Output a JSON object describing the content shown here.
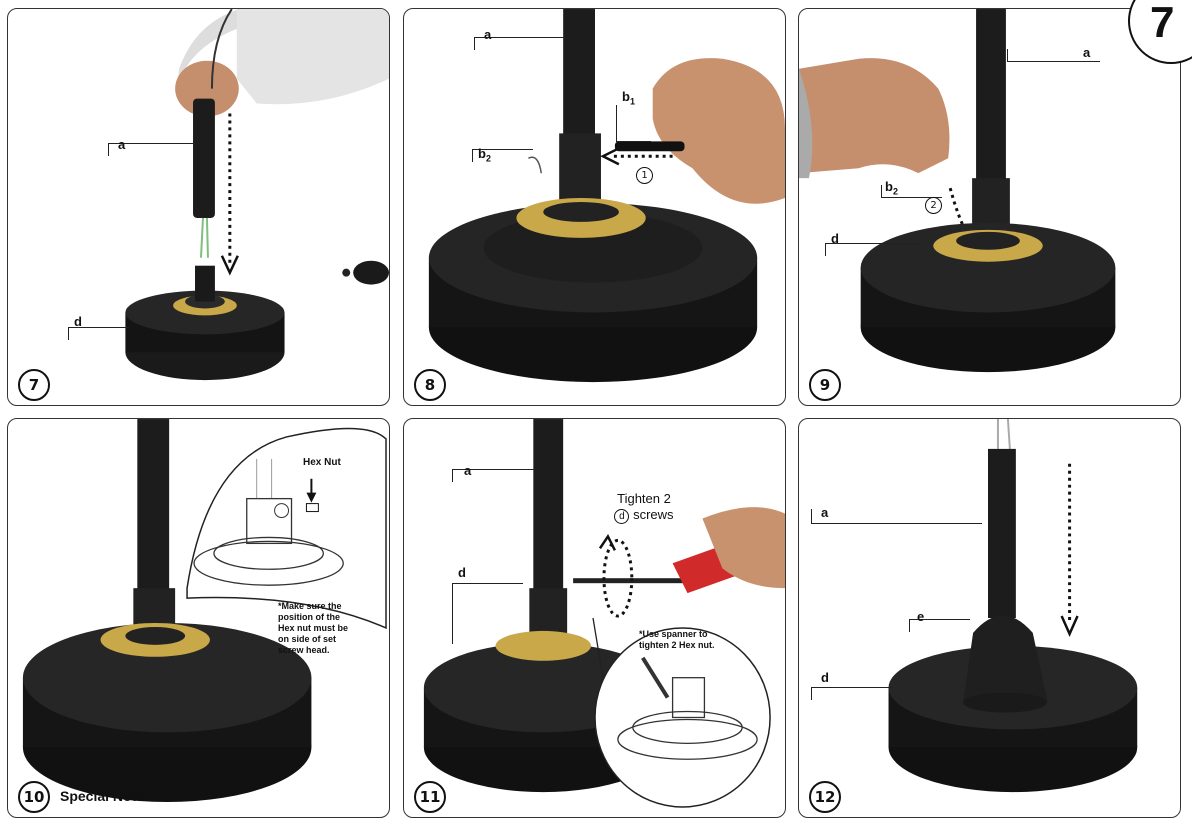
{
  "page_number": "7",
  "panels": [
    {
      "step": "7",
      "labels": {
        "a": "a",
        "d": "d"
      }
    },
    {
      "step": "8",
      "labels": {
        "a": "a",
        "b1": "b",
        "b1_sub": "1",
        "b2": "b",
        "b2_sub": "2"
      },
      "callout": "1"
    },
    {
      "step": "9",
      "labels": {
        "a": "a",
        "b2": "b",
        "b2_sub": "2",
        "d": "d"
      },
      "callout": "2"
    },
    {
      "step": "10",
      "special_note": "Special Note",
      "hex_nut": "Hex Nut",
      "note_lines": [
        "*Make sure the",
        "position of the",
        "Hex nut must be",
        "on side of set",
        "screw head."
      ]
    },
    {
      "step": "11",
      "labels": {
        "a": "a",
        "d": "d"
      },
      "tighten_line1": "Tighten 2",
      "tighten_circle": "d",
      "tighten_line2": "screws",
      "note_lines": [
        "*Use spanner to",
        "tighten 2 Hex nut."
      ]
    },
    {
      "step": "12",
      "labels": {
        "a": "a",
        "e": "e",
        "d": "d"
      }
    }
  ]
}
